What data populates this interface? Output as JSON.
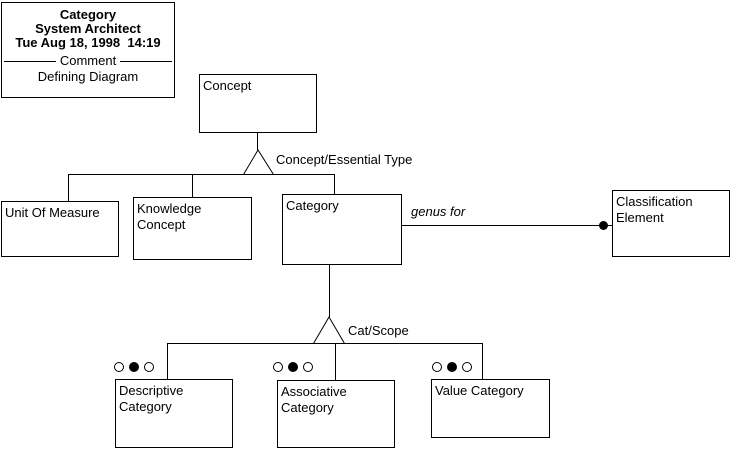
{
  "header": {
    "title": "Category",
    "app_name": "System Architect",
    "timestamp": "Tue Aug 18, 1998  14:19",
    "divider_label": "Comment",
    "diagram_type": "Defining Diagram"
  },
  "nodes": {
    "concept": {
      "label": "Concept"
    },
    "unit_of_measure": {
      "label": "Unit Of Measure"
    },
    "knowledge_concept": {
      "label": "Knowledge Concept"
    },
    "category": {
      "label": "Category"
    },
    "classification_element": {
      "label": "Classification Element"
    },
    "descriptive_category": {
      "label": "Descriptive Category",
      "markers": [
        "empty",
        "filled",
        "empty"
      ]
    },
    "associative_category": {
      "label": "Associative Category",
      "markers": [
        "empty",
        "filled",
        "empty"
      ]
    },
    "value_category": {
      "label": "Value Category",
      "markers": [
        "empty",
        "filled",
        "empty"
      ]
    }
  },
  "relationships": {
    "concept_essential_type": {
      "label": "Concept/Essential Type"
    },
    "cat_scope": {
      "label": "Cat/Scope"
    },
    "genus_for": {
      "label": "genus for"
    }
  },
  "colors": {
    "background": "#ffffff",
    "line": "#000000",
    "text": "#000000"
  }
}
